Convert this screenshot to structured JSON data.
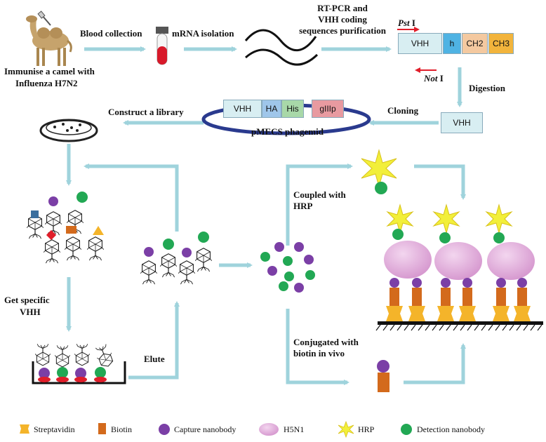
{
  "steps": {
    "immunise": [
      "Immunise a camel with",
      "Influenza H7N2"
    ],
    "blood": "Blood collection",
    "mrna": "mRNA isolation",
    "rtpcr": [
      "RT-PCR and",
      "VHH coding",
      "sequences purification"
    ],
    "digestion": "Digestion",
    "cloning": "Cloning",
    "library": "Construct a library",
    "specific": [
      "Get specific",
      "VHH"
    ],
    "elute": "Elute",
    "hrp_coupled": [
      "Coupled with",
      "HRP"
    ],
    "biotin_conj": [
      "Conjugated with",
      "biotin in vivo"
    ]
  },
  "enzymes": {
    "pst": "Pst",
    "pst_suffix": " I",
    "not": "Not",
    "not_suffix": " I"
  },
  "construct": {
    "vhh": "VHH",
    "h": "h",
    "ch2": "CH2",
    "ch3": "CH3"
  },
  "vhh_fragment": "VHH",
  "phagemid": {
    "vhh": "VHH",
    "ha": "HA",
    "his": "His",
    "g3p": "gIIIp",
    "name": "pMECS phagemid"
  },
  "legend": [
    "Streptavidin",
    "Biotin",
    "Capture nanobody",
    "H5N1",
    "HRP",
    "Detection nanobody"
  ],
  "colors": {
    "arrow": "#9fd3dc",
    "vhh_box": "#d8eef2",
    "h_box": "#4fb3e3",
    "ch2_box": "#f4c9a0",
    "ch3_box": "#f2b43c",
    "ha_box": "#9fc6ea",
    "his_box": "#a8d8a8",
    "g3p_box": "#e89aa0",
    "phagemid_ring": "#2a3a8e",
    "purple": "#7b3fa6",
    "green": "#22a854",
    "orange": "#d36a1c",
    "streptavidin": "#f4b42a",
    "hrp": "#f2ef3a",
    "h5n1": "#e0a8d8",
    "red": "#e01e2a",
    "blue": "#3a6e9e"
  }
}
